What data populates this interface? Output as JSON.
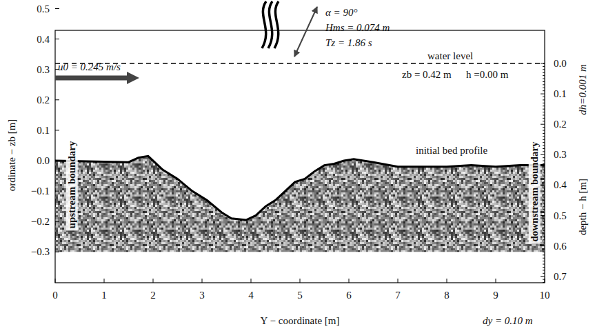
{
  "diagram": {
    "labels": [
      "α = 90°",
      "Hms = 0.074 m",
      "Tz = 1.86 s",
      "water level",
      "zb = 0.42 m",
      "h =0.00 m",
      "u0 = 0.245 m/s",
      "upstream boundary",
      "downstream boundary",
      "initial bed profile",
      "ordinate − zb [m]",
      "Y − coordinate [m]",
      "depth − h [m]",
      "dh=0.001 m",
      "dy = 0.10 m",
      "0.5",
      "0.4",
      "0.3",
      "0.2",
      "0.1",
      "0.0",
      "−0.1",
      "−0.2",
      "−0.3",
      "0",
      "1",
      "2",
      "3",
      "4",
      "5",
      "6",
      "7",
      "8",
      "9",
      "10",
      "0.0",
      "0.1",
      "0.2",
      "0.3",
      "0.4",
      "0.5",
      "0.6",
      "0.7"
    ]
  }
}
